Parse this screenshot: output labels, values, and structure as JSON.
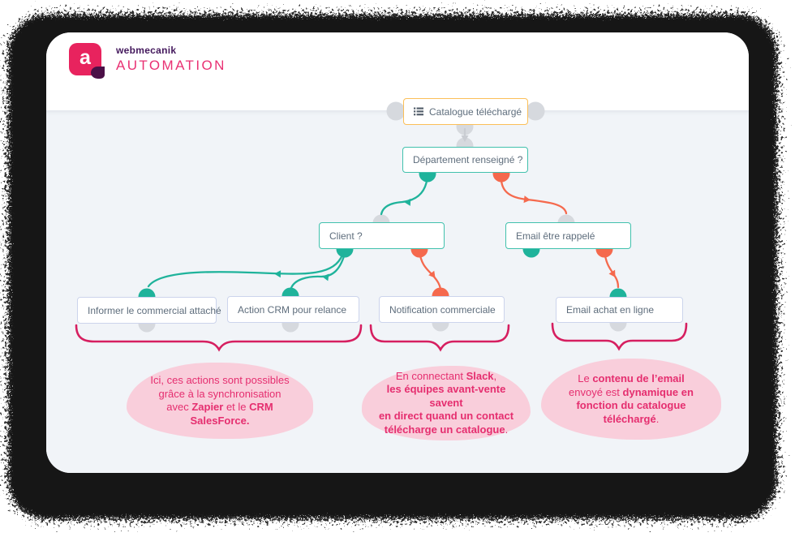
{
  "brand": {
    "logo_letter": "a",
    "name": "webmecanik",
    "product": "AUTOMATION"
  },
  "palette": {
    "teal": "#1fb39b",
    "coral": "#f5694d",
    "amber_border": "#fbbf58",
    "teal_border": "#41c1ad",
    "lavender_border": "#ccd4ec",
    "anchor_gray": "#d6d9de",
    "connector_gray": "#c9ccd2",
    "crimson_brace": "#d61f60",
    "bubble_bg": "#f9cedb",
    "bubble_text": "#e52e6f",
    "canvas_bg": "#f1f4f8",
    "logo_pink": "#e8235e",
    "logo_plum": "#4b1047",
    "brand_purple": "#43185c",
    "node_text": "#5e6d7c"
  },
  "flow": {
    "nodes": [
      {
        "id": "catalogue-telecharge",
        "label": "Catalogue téléchargé",
        "icon": "list-icon",
        "border": "amber"
      },
      {
        "id": "departement-renseigne",
        "label": "Département renseigné ?",
        "border": "teal"
      },
      {
        "id": "client",
        "label": "Client ?",
        "border": "teal"
      },
      {
        "id": "email-etre-rappele",
        "label": "Email être rappelé",
        "border": "teal"
      },
      {
        "id": "informer-commercial",
        "label": "Informer le commercial attaché",
        "border": "lavender"
      },
      {
        "id": "action-crm",
        "label": "Action CRM pour relance",
        "border": "lavender"
      },
      {
        "id": "notification-commerciale",
        "label": "Notification commerciale",
        "border": "lavender"
      },
      {
        "id": "email-achat-en-ligne",
        "label": "Email achat en ligne",
        "border": "lavender"
      }
    ]
  },
  "callouts": [
    {
      "segments": [
        {
          "text": "Ici, ces actions sont possibles\ngrâce à la synchronisation\navec "
        },
        {
          "text": "Zapier",
          "bold": true
        },
        {
          "text": " et le "
        },
        {
          "text": "CRM\nSalesForce.",
          "bold": true
        }
      ]
    },
    {
      "segments": [
        {
          "text": "En connectant "
        },
        {
          "text": "Slack",
          "bold": true
        },
        {
          "text": ",\n"
        },
        {
          "text": "les équipes avant-vente savent\nen direct quand un contact\ntélécharge un catalogue",
          "bold": true
        },
        {
          "text": "."
        }
      ]
    },
    {
      "segments": [
        {
          "text": "Le "
        },
        {
          "text": "contenu de l’email",
          "bold": true
        },
        {
          "text": "\nenvoyé est "
        },
        {
          "text": "dynamique en\nfonction du catalogue\ntéléchargé",
          "bold": true
        },
        {
          "text": "."
        }
      ]
    }
  ]
}
